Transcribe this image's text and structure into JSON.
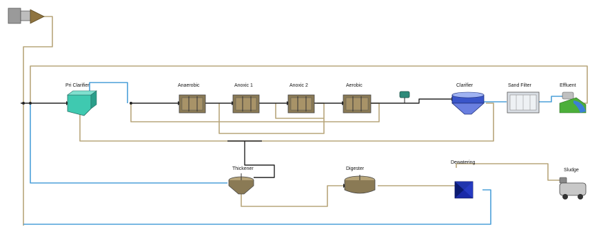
{
  "diagram": {
    "units": {
      "pri_clarifier": "Pri Clarifier",
      "anaerobic": "Anaerobic",
      "anoxic_1": "Anoxic 1",
      "anoxic_2": "Anoxic 2",
      "aerobic": "Aerobic",
      "clarifier": "Clarifier",
      "sand_filter": "Sand Filter",
      "effluent": "Effluent",
      "thickener": "Thickener",
      "digester": "Digester",
      "dewatering": "Dewatering",
      "sludge": "Sludge"
    },
    "colors": {
      "sludge_line": "#b7a57a",
      "water_line": "#4a9fd8",
      "main_line": "#222222",
      "tank_fill": "#8a7a55",
      "clarifier_blue": "#3a55c9",
      "pri_clarifier_teal": "#3fc9b0",
      "dewatering_blue": "#1a2aa8"
    }
  }
}
